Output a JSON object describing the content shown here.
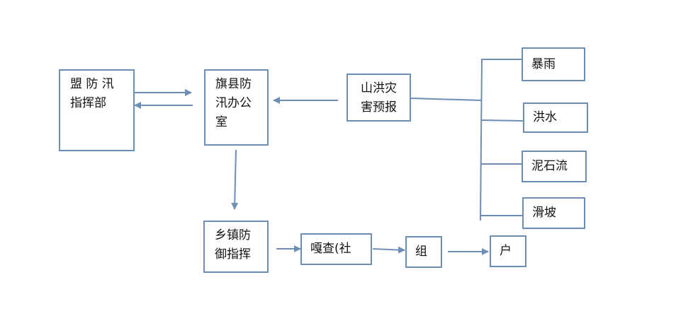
{
  "nodes": {
    "meng": "盟 防 汛\n指挥部",
    "qixian": "旗县防\n汛办公\n室",
    "warning": "山洪灾\n害预报",
    "baoyu": "暴雨",
    "hongshui": "洪水",
    "nishiliu": "泥石流",
    "huapo": "滑坡",
    "xiangzhen": "乡镇防\n御指挥",
    "gacha": "嘎查(社",
    "zu": "组",
    "hu": "户"
  },
  "colors": {
    "line": "#6e8fb5",
    "border": "#6e8fb5",
    "text": "#111111"
  }
}
